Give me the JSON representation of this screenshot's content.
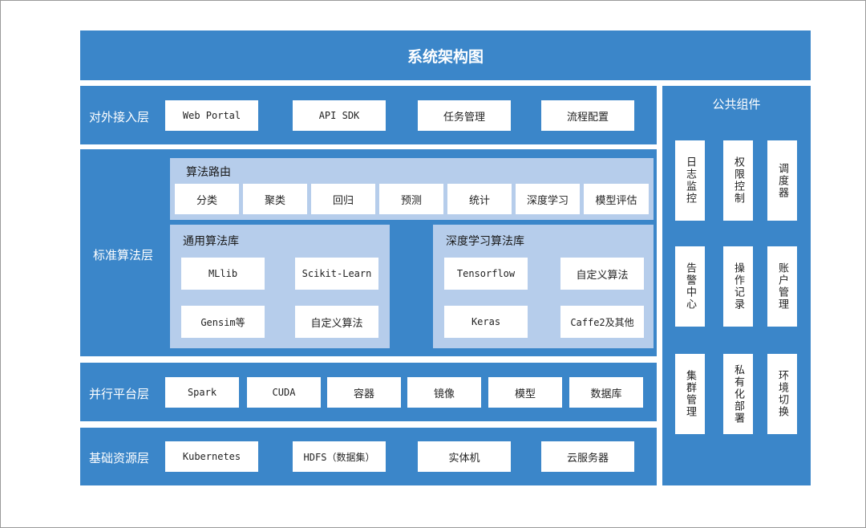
{
  "title": "系统架构图",
  "layers": {
    "access": {
      "label": "对外接入层",
      "items": [
        "Web Portal",
        "API SDK",
        "任务管理",
        "流程配置"
      ]
    },
    "algorithm": {
      "label": "标准算法层",
      "router": {
        "label": "算法路由",
        "items": [
          "分类",
          "聚类",
          "回归",
          "预测",
          "统计",
          "深度学习",
          "模型评估"
        ]
      },
      "general_lib": {
        "label": "通用算法库",
        "items": [
          "MLlib",
          "Scikit-Learn",
          "Gensim等",
          "自定义算法"
        ]
      },
      "deep_lib": {
        "label": "深度学习算法库",
        "items": [
          "Tensorflow",
          "自定义算法",
          "Keras",
          "Caffe2及其他"
        ]
      }
    },
    "parallel": {
      "label": "并行平台层",
      "items": [
        "Spark",
        "CUDA",
        "容器",
        "镜像",
        "模型",
        "数据库"
      ]
    },
    "infra": {
      "label": "基础资源层",
      "items": [
        "Kubernetes",
        "HDFS（数据集）",
        "实体机",
        "云服务器"
      ]
    }
  },
  "common": {
    "label": "公共组件",
    "items": [
      "日志监控",
      "权限控制",
      "调度器",
      "告警中心",
      "操作记录",
      "账户管理",
      "集群管理",
      "私有化部署",
      "环境切换"
    ]
  },
  "colors": {
    "primary": "#3b86c9",
    "panel": "#b6cdeb",
    "box": "#ffffff"
  }
}
